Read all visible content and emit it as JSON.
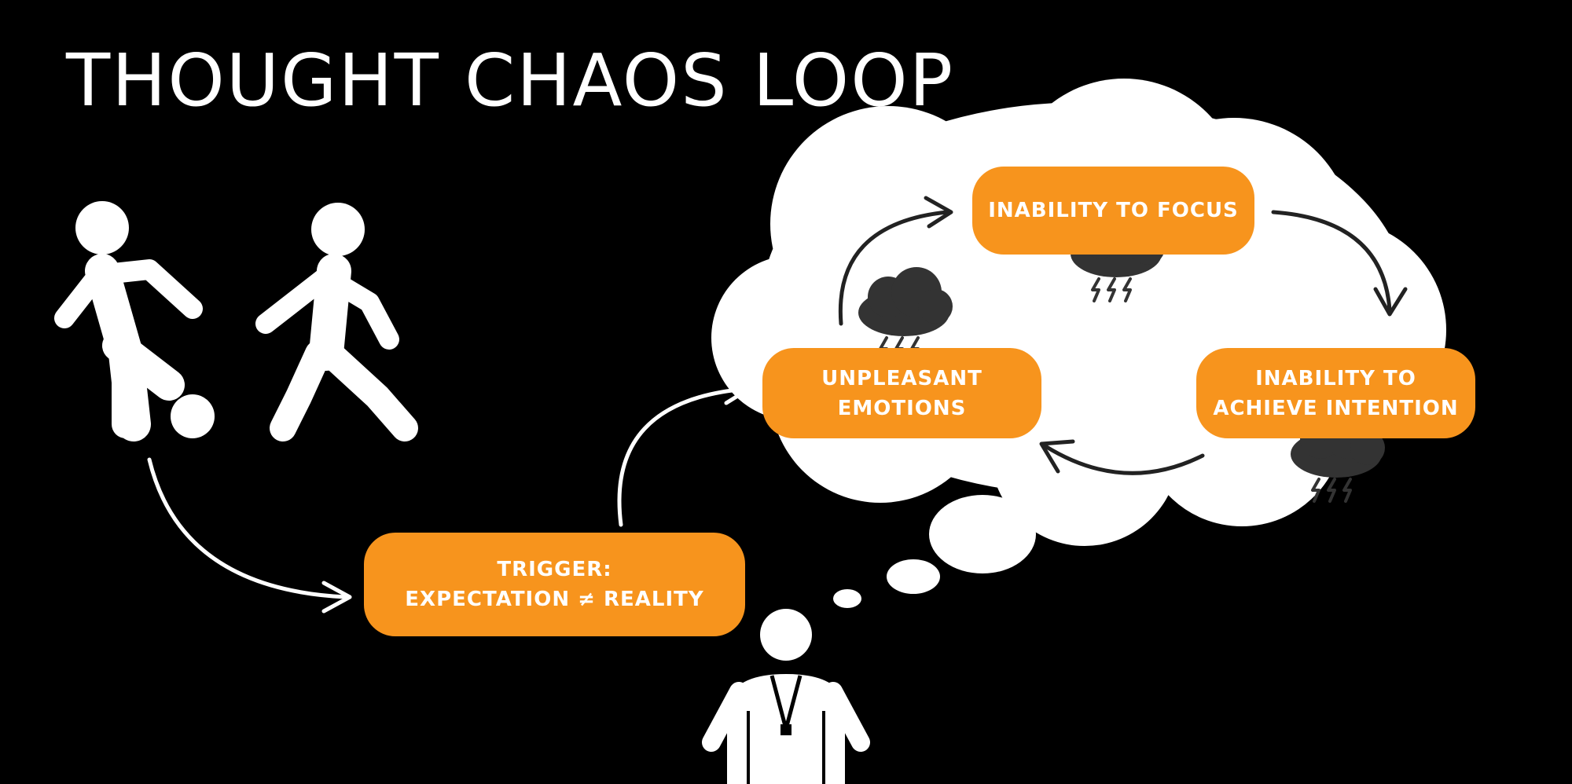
{
  "title": "THOUGHT CHAOS LOOP",
  "colors": {
    "background": "#000000",
    "foreground": "#ffffff",
    "box_fill": "#f7941d",
    "storm_cloud": "#333333"
  },
  "boxes": {
    "trigger": {
      "line1": "TRIGGER:",
      "line2": "EXPECTATION ≠ REALITY"
    },
    "focus": {
      "line1": "INABILITY TO FOCUS"
    },
    "intention": {
      "line1": "INABILITY TO",
      "line2": "ACHIEVE INTENTION"
    },
    "emotions": {
      "line1": "UNPLEASANT",
      "line2": "EMOTIONS"
    }
  },
  "icons": {
    "players": "soccer-players-icon",
    "ball": "soccer-ball-icon",
    "thinker": "person-icon",
    "thought": "thought-cloud-icon",
    "storm": "storm-cloud-icon"
  }
}
